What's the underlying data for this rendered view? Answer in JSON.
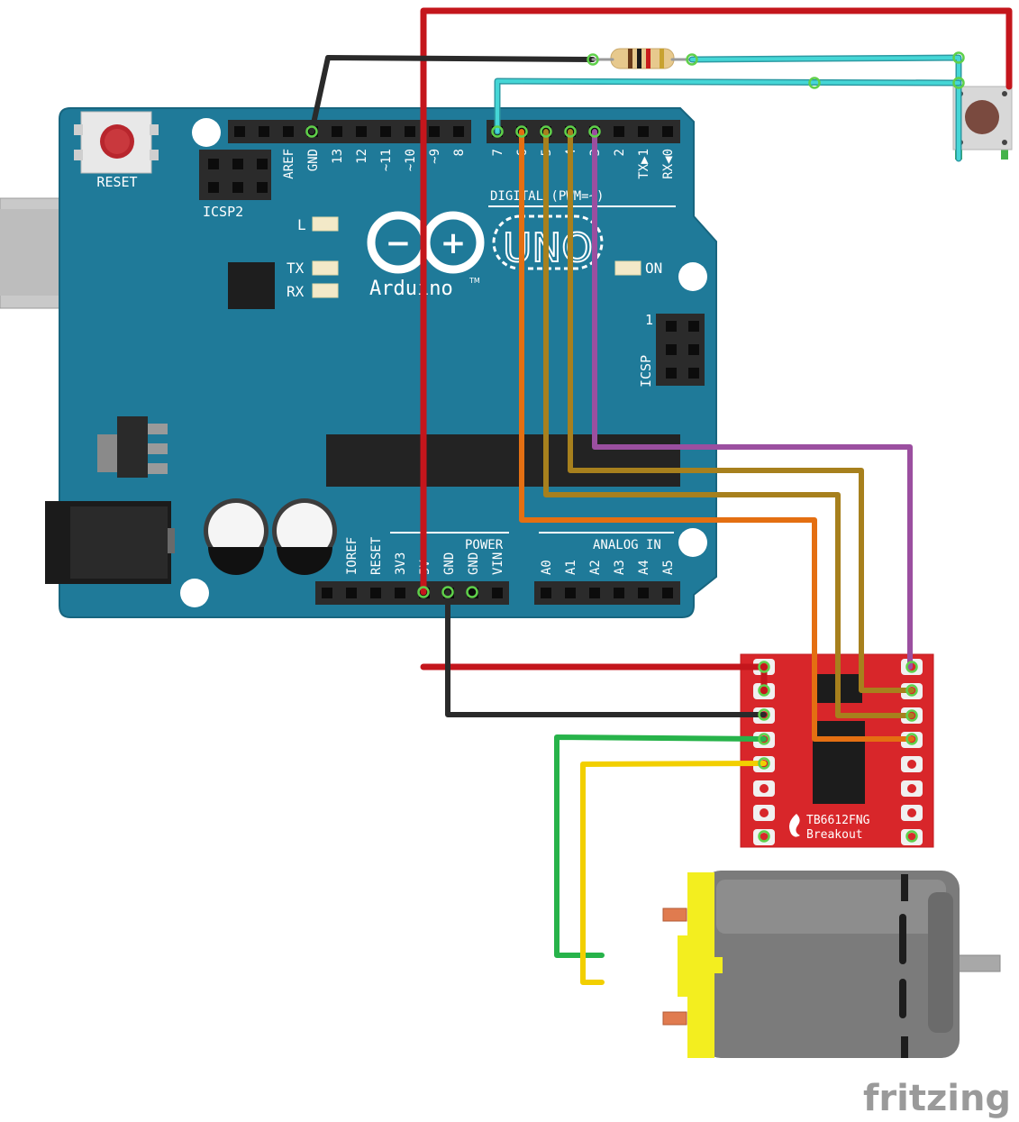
{
  "board": {
    "reset_label": "RESET",
    "icsp2_label": "ICSP2",
    "icsp_label": "ICSP",
    "icsp_pin1": "1",
    "led_l": "L",
    "led_tx": "TX",
    "led_rx": "RX",
    "led_on": "ON",
    "logo_minus": "−",
    "logo_plus": "+",
    "model": "UNO",
    "brand": "Arduino",
    "trademark": "TM",
    "digital_label": "DIGITAL (PWM=~)",
    "power_label": "POWER",
    "analog_label": "ANALOG IN",
    "top_pins": [
      "AREF",
      "GND",
      "13",
      "12",
      "~11",
      "~10",
      "~9",
      "8"
    ],
    "digital_pins": [
      "7",
      "~6",
      "~5",
      "4",
      "~3",
      "2",
      "TX▶1",
      "RX◀0"
    ],
    "power_pins": [
      "IOREF",
      "RESET",
      "3V3",
      "5V",
      "GND",
      "GND",
      "VIN"
    ],
    "analog_pins": [
      "A0",
      "A1",
      "A2",
      "A3",
      "A4",
      "A5"
    ]
  },
  "driver": {
    "name": "TB6612FNG",
    "subtitle": "Breakout"
  },
  "watermark": "fritzing",
  "colors": {
    "board": "#1f7a99",
    "board_edge": "#17657f",
    "header": "#2b2b2b",
    "wire_red": "#c4161c",
    "wire_black": "#2a2a2a",
    "wire_cyan": "#45d6d6",
    "wire_orange": "#e46f12",
    "wire_brown": "#a7801d",
    "wire_purple": "#9b4fa0",
    "wire_green": "#27b34a",
    "wire_yellow": "#f2cf00",
    "driver_pcb": "#d8262a",
    "motor_body": "#7b7b7b",
    "motor_cap": "#f3ee1f"
  }
}
